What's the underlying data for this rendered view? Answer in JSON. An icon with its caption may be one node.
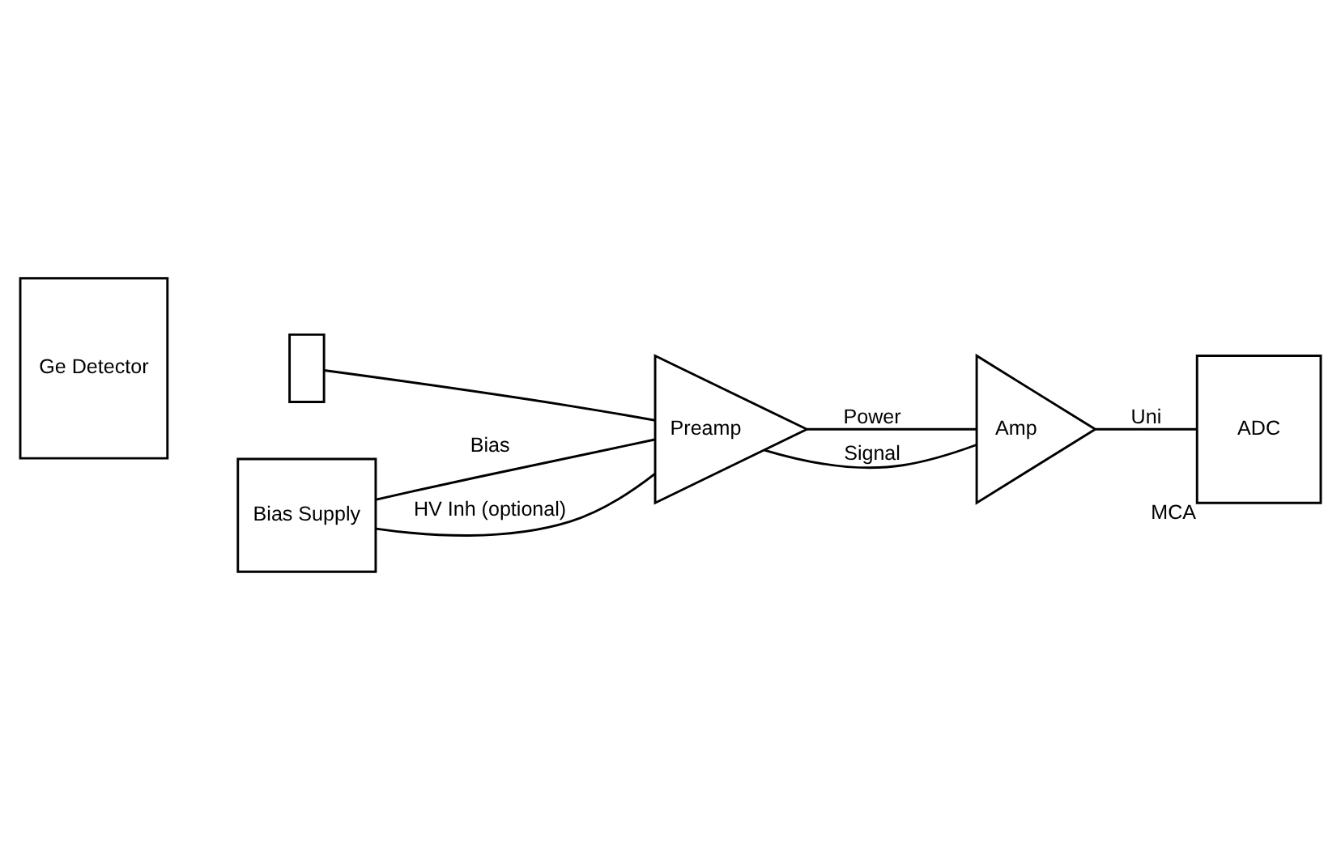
{
  "diagram": {
    "nodes": [
      {
        "text": [
          "Ge Detector"
        ]
      },
      {
        "text": [],
        "shape": "bar"
      },
      {
        "text": [
          "Preamp"
        ]
      },
      {
        "text": [
          "Amp"
        ]
      },
      {
        "text": [
          "ADC"
        ],
        "beside": [
          "MCA"
        ]
      },
      {
        "text": [
          "Bias Supply"
        ]
      }
    ],
    "edges": [
      {
        "from": 1,
        "to": 2,
        "arrow": "none"
      },
      {
        "from": 2,
        "to": 3,
        "arrow": "none",
        "label": "Power"
      },
      {
        "from": 2,
        "to": 3,
        "arrow": "none",
        "label": "Signal"
      },
      {
        "from": 3,
        "to": 4,
        "arrow": "none",
        "label": "Uni"
      },
      {
        "from": 5,
        "to": 2,
        "arrow": "none",
        "label": "Bias"
      },
      {
        "from": 5,
        "to": 2,
        "arrow": "none",
        "label": "HV Inh (optional)"
      }
    ]
  }
}
